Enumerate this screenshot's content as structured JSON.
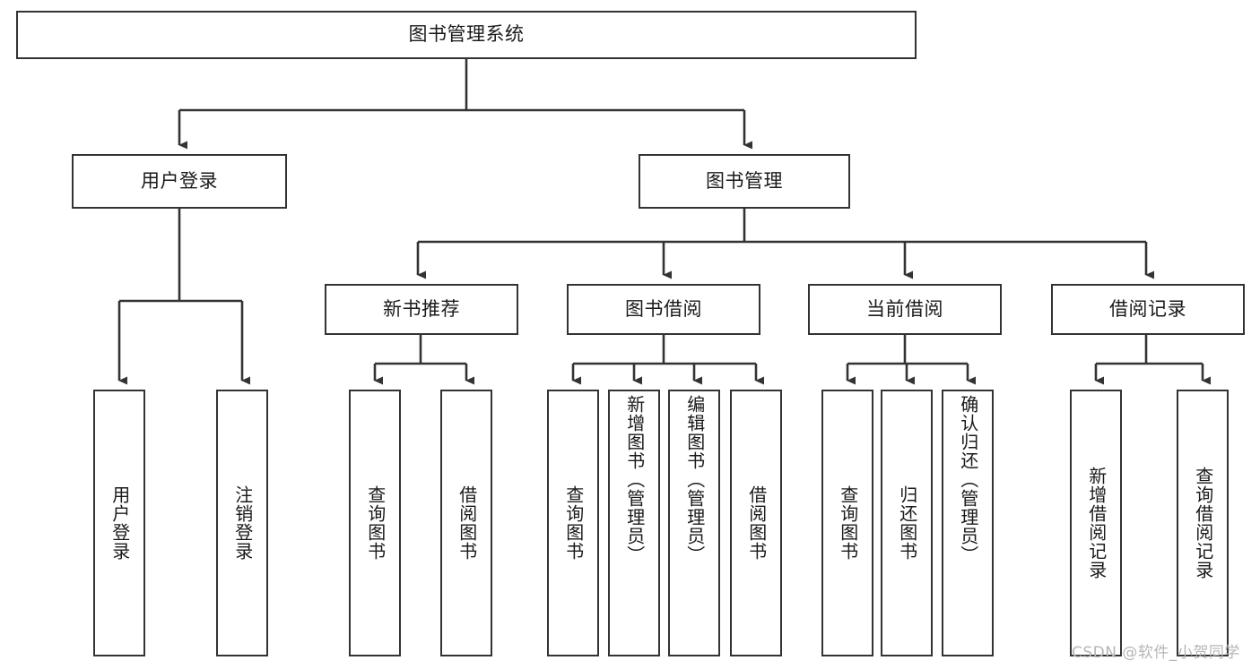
{
  "diagram": {
    "type": "tree-hierarchy-chart",
    "title_node": {
      "id": "root",
      "label": "图书管理系统"
    },
    "level1": [
      {
        "id": "user-login",
        "label": "用户登录"
      },
      {
        "id": "book-manage",
        "label": "图书管理"
      }
    ],
    "level2": [
      {
        "id": "new-book-recommend",
        "label": "新书推荐",
        "parent": "book-manage"
      },
      {
        "id": "book-borrow",
        "label": "图书借阅",
        "parent": "book-manage"
      },
      {
        "id": "current-borrow",
        "label": "当前借阅",
        "parent": "book-manage"
      },
      {
        "id": "borrow-record",
        "label": "借阅记录",
        "parent": "book-manage"
      }
    ],
    "leaves": {
      "user_login": [
        {
          "id": "leaf-user-login",
          "label": "用户登录"
        },
        {
          "id": "leaf-logout-login",
          "label": "注销登录"
        }
      ],
      "new_book_recommend": [
        {
          "id": "leaf-query-book-1",
          "label": "查询图书"
        },
        {
          "id": "leaf-borrow-book-1",
          "label": "借阅图书"
        }
      ],
      "book_borrow": [
        {
          "id": "leaf-query-book-2",
          "label": "查询图书"
        },
        {
          "id": "leaf-add-book",
          "label": "新增图书（管理员）"
        },
        {
          "id": "leaf-edit-book",
          "label": "编辑图书（管理员）"
        },
        {
          "id": "leaf-borrow-book-2",
          "label": "借阅图书"
        }
      ],
      "current_borrow": [
        {
          "id": "leaf-query-book-3",
          "label": "查询图书"
        },
        {
          "id": "leaf-return-book",
          "label": "归还图书"
        },
        {
          "id": "leaf-confirm-return",
          "label": "确认归还（管理员）"
        }
      ],
      "borrow_record": [
        {
          "id": "leaf-add-record",
          "label": "新增借阅记录"
        },
        {
          "id": "leaf-query-record",
          "label": "查询借阅记录"
        }
      ]
    },
    "watermark": "CSDN @软件_小贺同学",
    "colors": {
      "box_border": "#333333",
      "box_fill": "#ffffff",
      "connector": "#333333",
      "text": "#1a1a1a",
      "watermark": "#b6b6b6",
      "background": "#ffffff"
    }
  }
}
